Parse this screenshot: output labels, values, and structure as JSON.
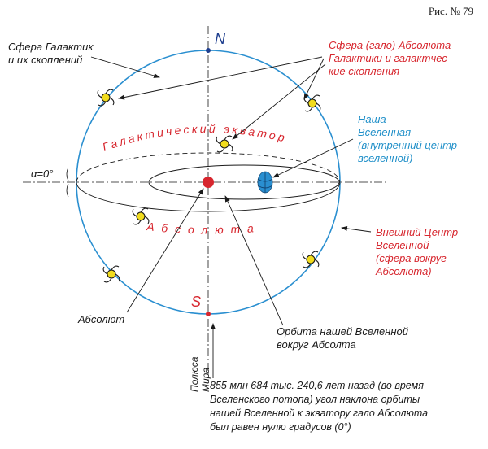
{
  "figure_number": "Рис. № 79",
  "poles": {
    "north": "N",
    "south": "S"
  },
  "alpha_label": "α=0°",
  "arc_labels": {
    "equator": "Галактический экватор",
    "absolute": "Абсолюта"
  },
  "labels": {
    "sphere_galaxies": "Сфера Галактик\nи их скоплений",
    "sphere_halo": "Сфера (гало) Абсолюта\nГалактики и галактчес-\nкие скопления",
    "our_universe": "Наша\nВселенная\n(внутренний центр\nвселенной)",
    "outer_center": "Внешний Центр\nВселенной\n(сфера вокруг\nАбсолюта)",
    "absolute": "Абсолют",
    "orbit": "Орбита нашей Вселенной\nвокруг Абсолта",
    "world_axis": "Полюса\nМира"
  },
  "note": "855 млн 684 тыс. 240,6 лет назад (во время\nВселенского потопа) угол наклона орбиты\nнашей Вселенной к экватору гало Абсолюта\nбыл равен нулю градусов (0°)",
  "colors": {
    "sphere": "#2a8fd0",
    "red": "#d7262e",
    "blue": "#2190c9",
    "galaxy": "#f1dc1e"
  }
}
